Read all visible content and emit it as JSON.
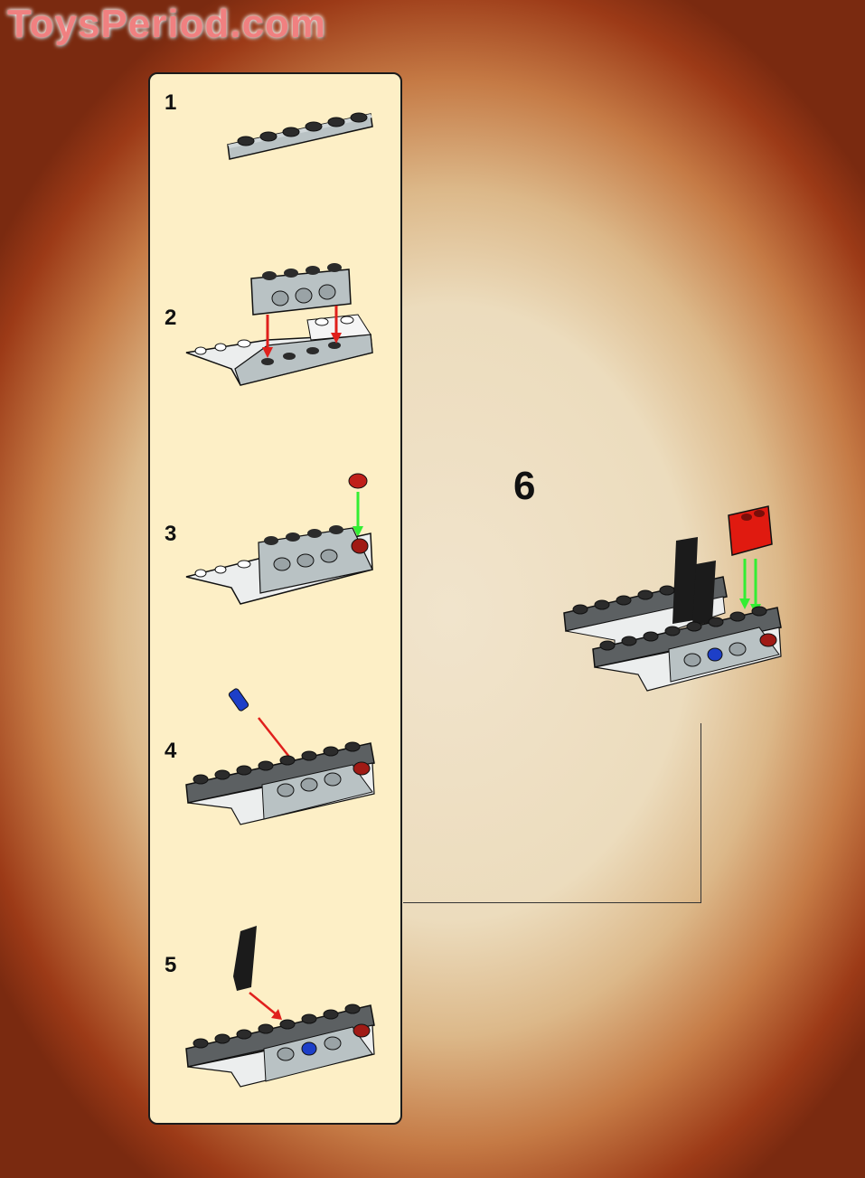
{
  "watermark": {
    "text": "ToysPeriod.com",
    "color": "#f08080"
  },
  "colors": {
    "panel_background": "#fdefc6",
    "panel_border": "#1b1b1b",
    "page_background_center": "#f1e4cc",
    "page_background_edge": "#9c3a17",
    "light_gray_brick": "#b9c2c4",
    "dark_gray_plate": "#5c6062",
    "red_arrow": "#e0201c",
    "green_arrow": "#33ee33",
    "red_brick": "#e01a10",
    "blue_pin": "#1d3fc8"
  },
  "sub_steps_panel": {
    "steps": [
      {
        "number": "1",
        "description": "light gray 1x6 plate"
      },
      {
        "number": "2",
        "description": "attach light gray 1x4 technic brick onto sloped base with red arrows"
      },
      {
        "number": "3",
        "description": "add red round plate with green arrow"
      },
      {
        "number": "4",
        "description": "insert blue pin into technic hole with red arrow"
      },
      {
        "number": "5",
        "description": "attach black technic liftarm with red arrow"
      }
    ]
  },
  "main_step": {
    "number": "6",
    "description": "combine two sub-assemblies and attach red 1x2 technic brick with green arrows"
  }
}
